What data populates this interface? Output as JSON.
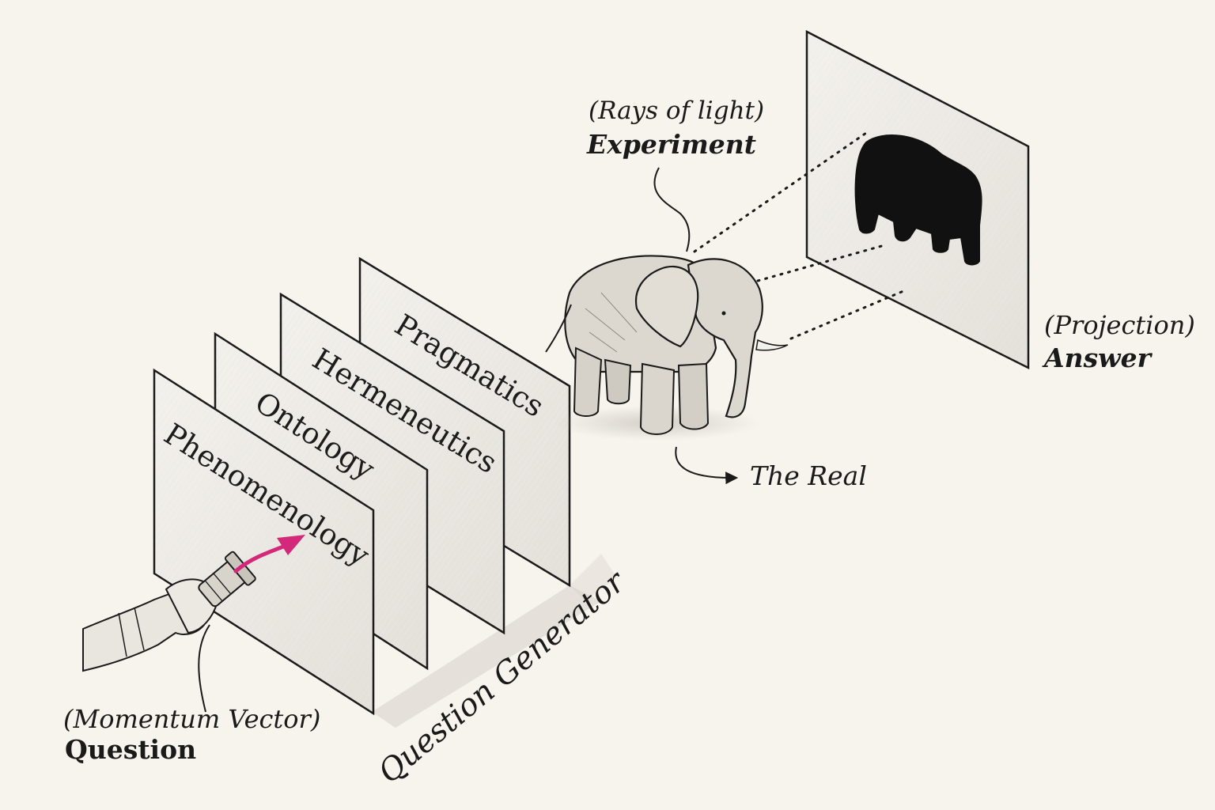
{
  "labels": {
    "question_paren": "(Momentum Vector)",
    "question": "Question",
    "generator": "Question Generator",
    "experiment_paren": "(Rays of light)",
    "experiment": "Experiment",
    "real": "The Real",
    "answer_paren": "(Projection)",
    "answer": "Answer"
  },
  "plates": [
    "Phenomenology",
    "Ontology",
    "Hermeneutics",
    "Pragmatics"
  ],
  "colors": {
    "background": "#f7f4ee",
    "ink": "#1a1a1a",
    "arrow_magenta": "#d4287a",
    "silhouette": "#111111"
  }
}
